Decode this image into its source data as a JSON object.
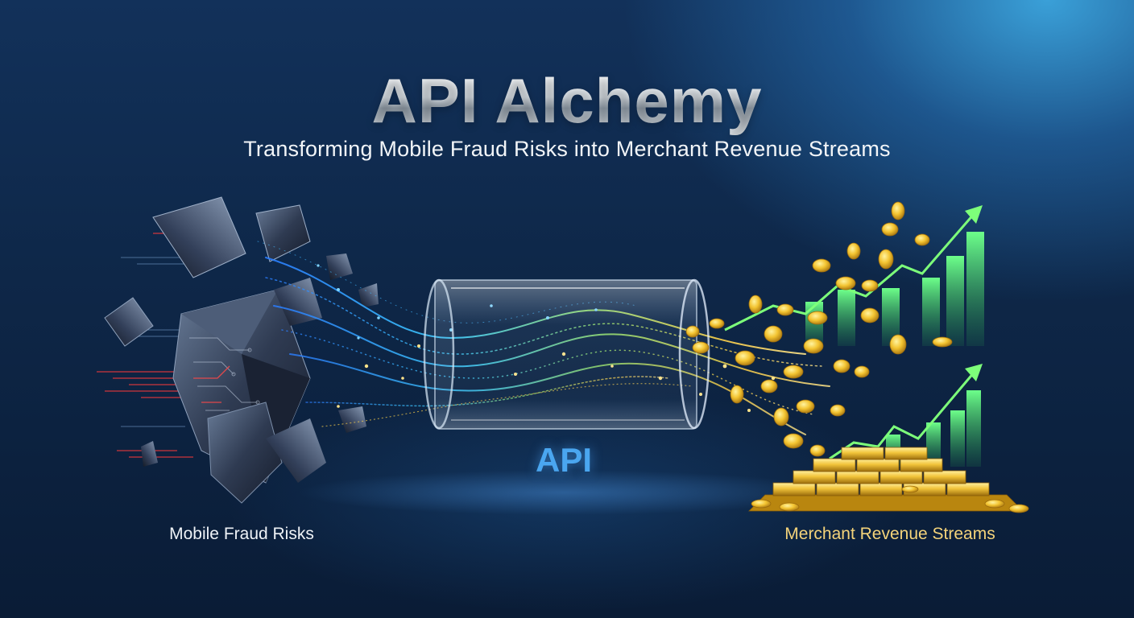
{
  "title": "API Alchemy",
  "subtitle": "Transforming Mobile Fraud Risks into Merchant Revenue Streams",
  "center_label": "API",
  "left_label": "Mobile Fraud Risks",
  "right_label": "Merchant Revenue Streams",
  "colors": {
    "background_dark": "#0a1c36",
    "background_light": "#3aa0d8",
    "api_blue": "#4aa6f0",
    "gold": "#f4c53a",
    "green": "#3fd36a",
    "fraud_red": "#ff3a3a"
  },
  "icons": [
    "shattered-polyhedron-icon",
    "glass-tube-icon",
    "gold-coin-icon",
    "gold-bar-icon",
    "growth-arrow-icon"
  ]
}
